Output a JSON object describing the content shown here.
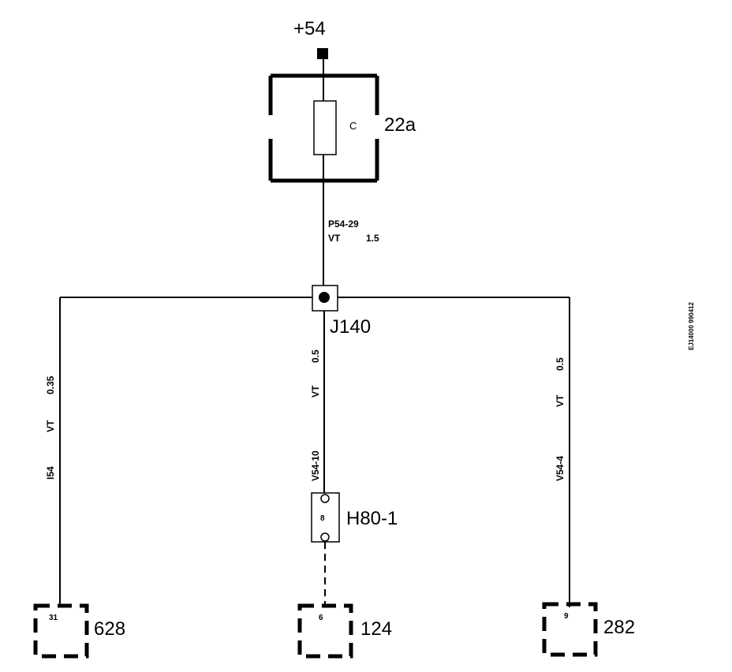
{
  "supply": {
    "label": "+54"
  },
  "fuse": {
    "id": "22a",
    "code": "C"
  },
  "feed_wire": {
    "id": "P54-29",
    "color": "VT",
    "size": "1.5"
  },
  "junction": {
    "id": "J140"
  },
  "branches": {
    "left": {
      "size": "0.35",
      "color": "VT",
      "id": "I54"
    },
    "center": {
      "size": "0.5",
      "color": "VT",
      "id": "V54-10"
    },
    "right": {
      "size": "0.5",
      "color": "VT",
      "id": "V54-4"
    }
  },
  "connector_h80": {
    "id": "H80-1",
    "pin": "8"
  },
  "terminals": [
    {
      "pin": "31",
      "id": "628"
    },
    {
      "pin": "6",
      "id": "124"
    },
    {
      "pin": "9",
      "id": "282"
    }
  ],
  "drawing_ref": "EJ14000 990412"
}
